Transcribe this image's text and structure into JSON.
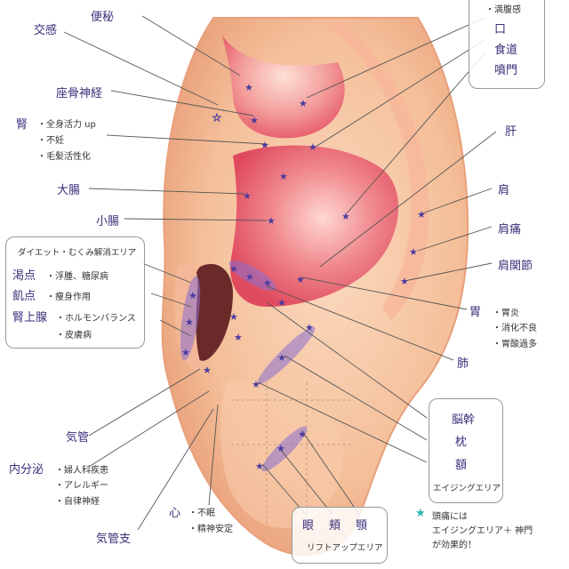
{
  "labels": {
    "benpi": "便秘",
    "kosan": "交感",
    "zakotsu": "座骨神経",
    "jin": "腎",
    "jin_items": [
      "・全身活力 up",
      "・不妊",
      "・毛髪活性化"
    ],
    "daicho": "大腸",
    "shocho": "小腸",
    "kikan": "気管",
    "naibunpitsu": "内分泌",
    "naibunpitsu_items": [
      "・婦人科疾患",
      "・アレルギー",
      "・自律神経"
    ],
    "kikanshi": "気管支",
    "shin": "心",
    "shin_items": [
      "・不眠",
      "・精神安定"
    ],
    "kan": "肝",
    "kata": "肩",
    "katatsu": "肩痛",
    "katakansetsu": "肩関節",
    "i": "胃",
    "i_items": [
      "・胃炎",
      "・消化不良",
      "・胃酸過多"
    ],
    "hai": "肺"
  },
  "boxes": {
    "top_right": {
      "items": [
        "・満腹感",
        "口",
        "食道",
        "噴門"
      ]
    },
    "diet": {
      "title": "ダイエット・むくみ解消エリア",
      "rows": [
        {
          "name": "渇点",
          "desc": "・浮腫、糖尿病"
        },
        {
          "name": "飢点",
          "desc": "・痩身作用"
        },
        {
          "name": "腎上腺",
          "desc": "・ホルモンバランス"
        },
        {
          "name": "",
          "desc": "・皮膚病"
        }
      ]
    },
    "aging": {
      "items": [
        "脳幹",
        "枕",
        "額"
      ],
      "title": "エイジングエリア"
    },
    "lift": {
      "items": [
        "眼",
        "頬",
        "顎"
      ],
      "title": "リフトアップエリア"
    }
  },
  "note": {
    "lines": [
      "頭痛には",
      "エイジングエリア＋ 神門",
      "が効果的！"
    ],
    "star_color": "#2bb3a8"
  },
  "colors": {
    "label_text": "#3b2f7a",
    "star": "#4b3aa0",
    "ear_skin": "#f6c7a4",
    "ear_red": "#e9566a",
    "zone_fill": "#8a6fd0"
  }
}
